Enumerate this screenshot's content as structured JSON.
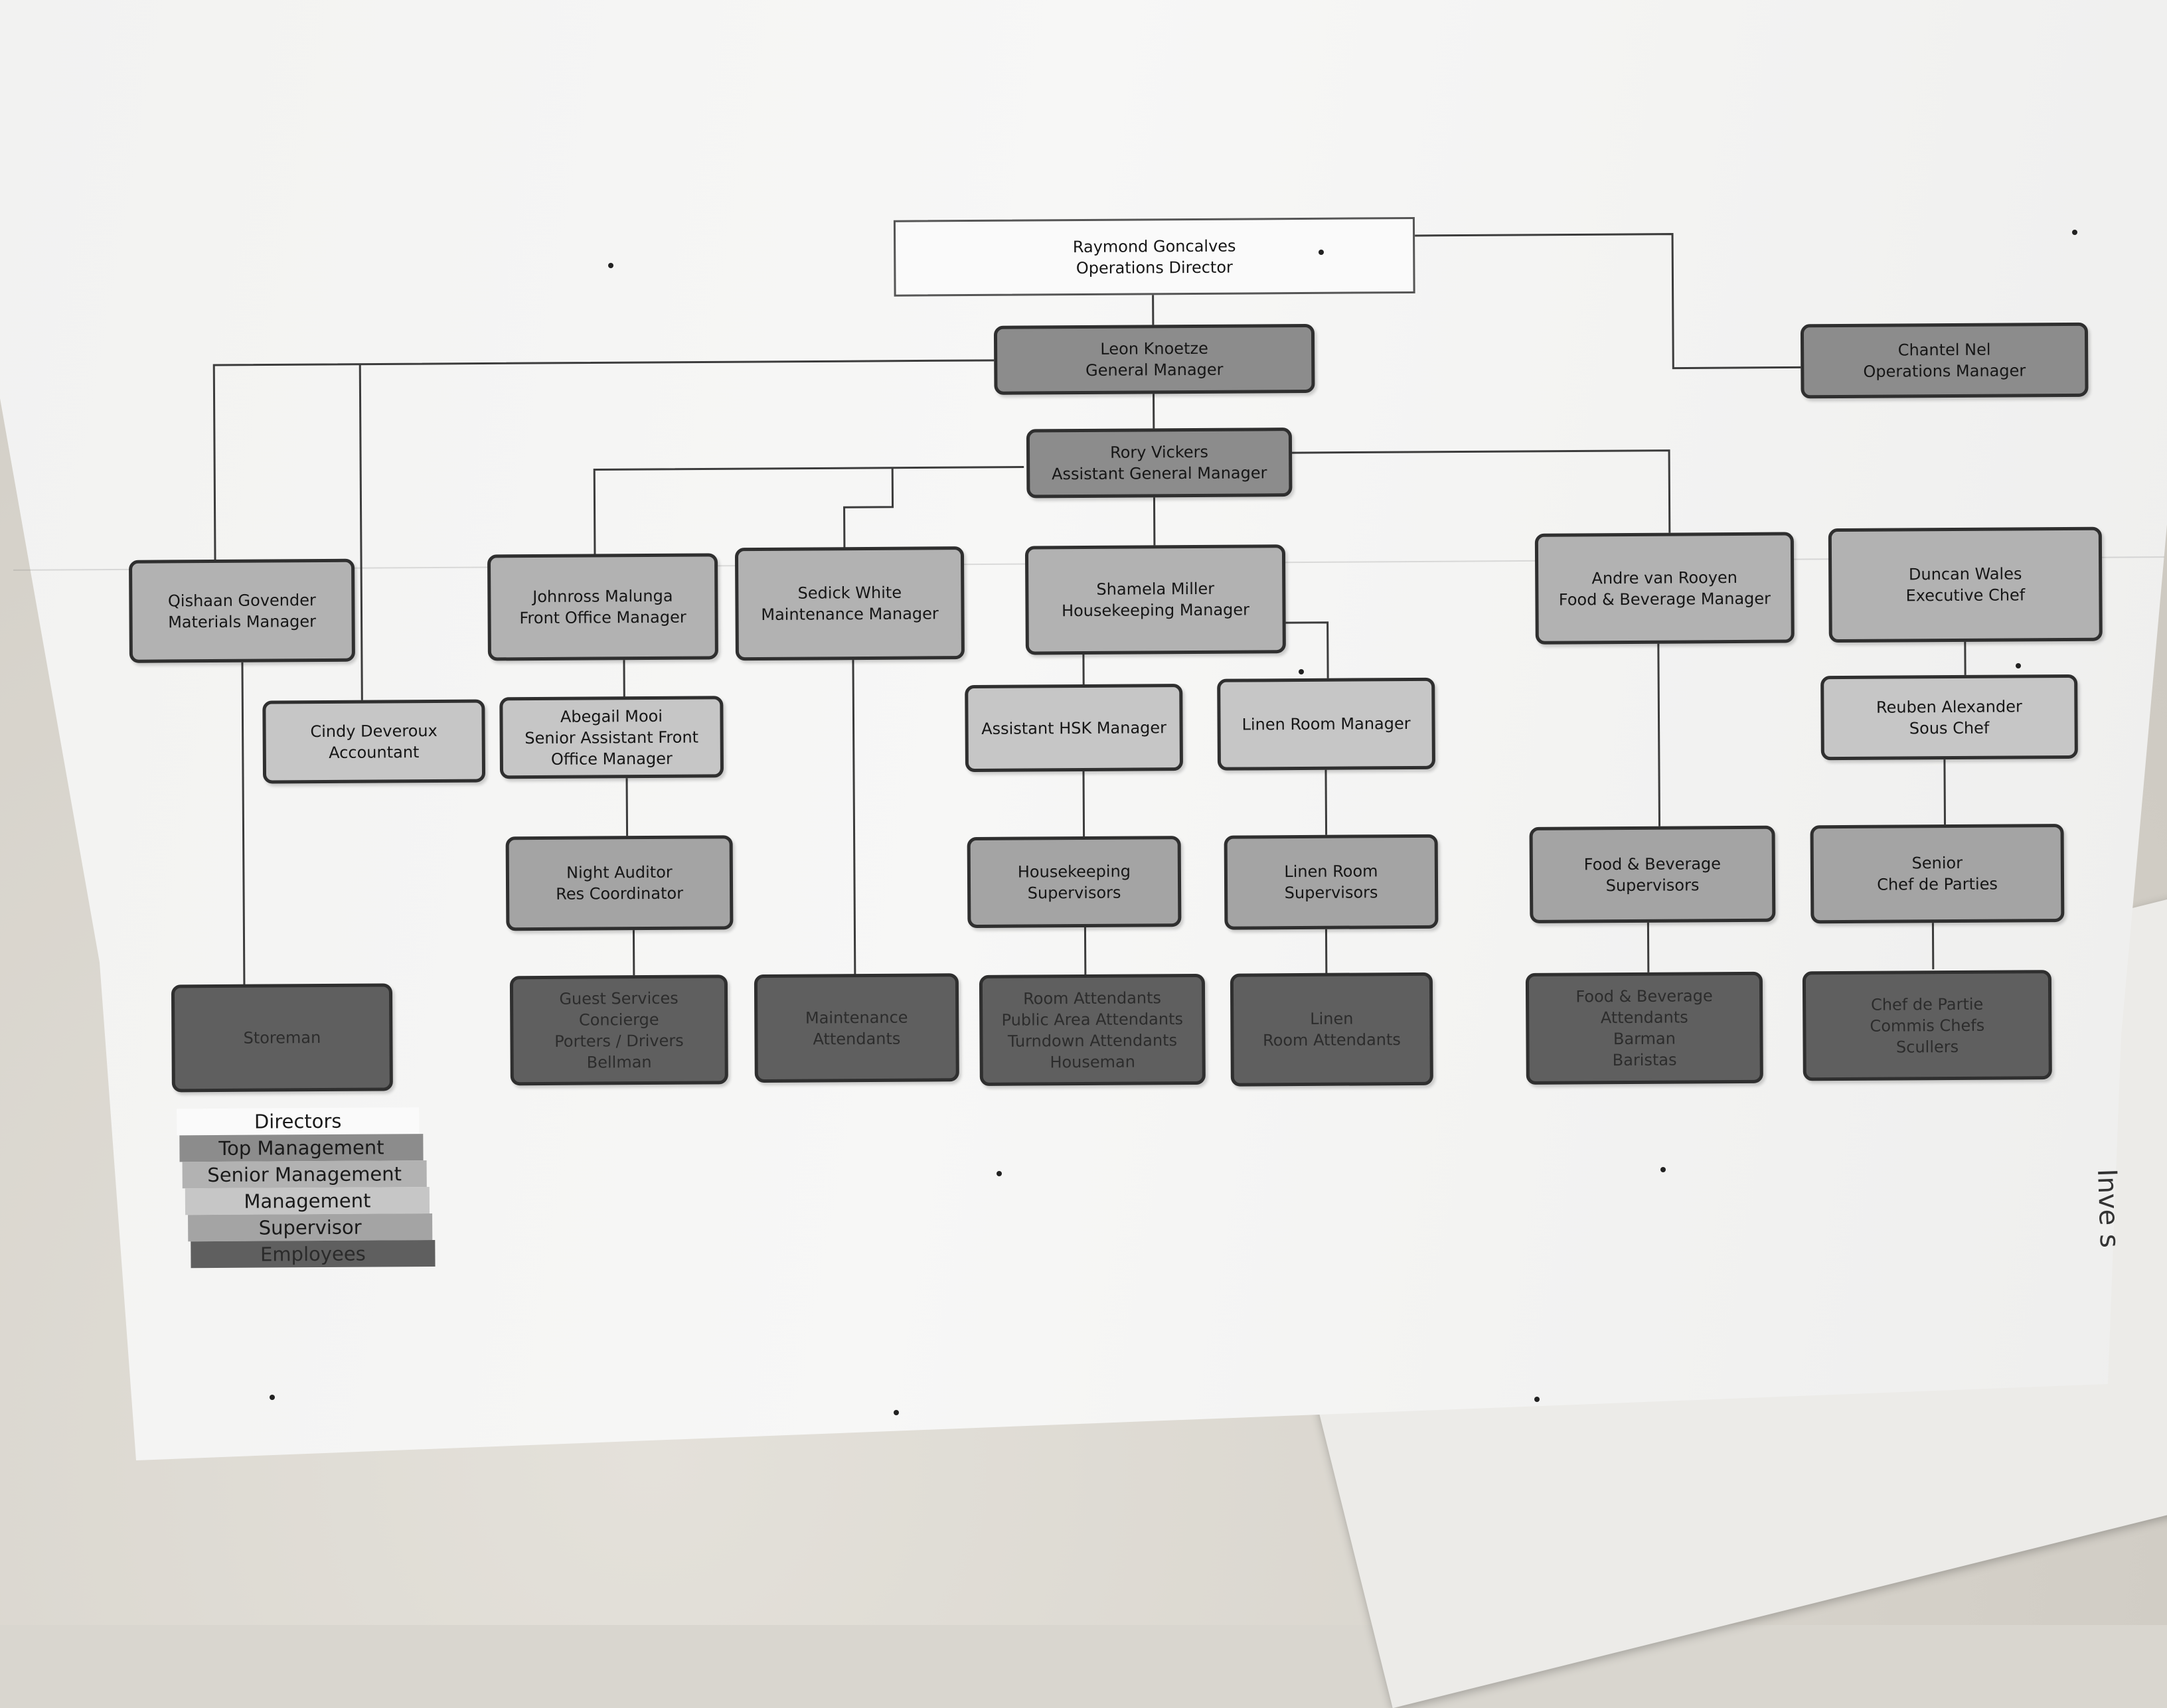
{
  "nodes": {
    "ops_director": "Raymond Goncalves\nOperations Director",
    "general_manager": "Leon Knoetze\nGeneral Manager",
    "operations_manager": "Chantel Nel\nOperations Manager",
    "assistant_gm": "Rory Vickers\nAssistant General Manager",
    "materials_manager": "Qishaan Govender\nMaterials Manager",
    "front_office_manager": "Johnross Malunga\nFront Office Manager",
    "maintenance_manager": "Sedick White\nMaintenance Manager",
    "housekeeping_manager": "Shamela Miller\nHousekeeping Manager",
    "fnb_manager": "Andre van Rooyen\nFood & Beverage Manager",
    "executive_chef": "Duncan Wales\nExecutive Chef",
    "accountant": "Cindy Deveroux\nAccountant",
    "senior_asst_fo_manager": "Abegail Mooi\nSenior Assistant Front\nOffice Manager",
    "assistant_hsk_manager": "Assistant HSK Manager",
    "linen_room_manager": "Linen Room Manager",
    "sous_chef": "Reuben Alexander\nSous Chef",
    "night_auditor": "Night Auditor\nRes Coordinator",
    "housekeeping_supervisors": "Housekeeping\nSupervisors",
    "linen_room_supervisors": "Linen Room\nSupervisors",
    "fnb_supervisors": "Food & Beverage\nSupervisors",
    "senior_chef_de_parties": "Senior\nChef de Parties",
    "storeman": "Storeman",
    "guest_services": "Guest Services\nConcierge\nPorters / Drivers\nBellman",
    "maintenance_attendants": "Maintenance\nAttendants",
    "room_attendants": "Room Attendants\nPublic Area Attendants\nTurndown Attendants\nHouseman",
    "linen_room_attendants": "Linen\nRoom Attendants",
    "fnb_attendants": "Food & Beverage\nAttendants\nBarman\nBaristas",
    "chef_de_partie": "Chef de Partie\nCommis Chefs\nScullers"
  },
  "legend": [
    {
      "label": "Directors",
      "color": "#fafafa"
    },
    {
      "label": "Top Management",
      "color": "#8c8c8c"
    },
    {
      "label": "Senior Management",
      "color": "#b2b2b2"
    },
    {
      "label": "Management",
      "color": "#c6c6c6"
    },
    {
      "label": "Supervisor",
      "color": "#a4a4a4"
    },
    {
      "label": "Employees",
      "color": "#5f5f5f"
    }
  ],
  "side_text": "Inve s"
}
